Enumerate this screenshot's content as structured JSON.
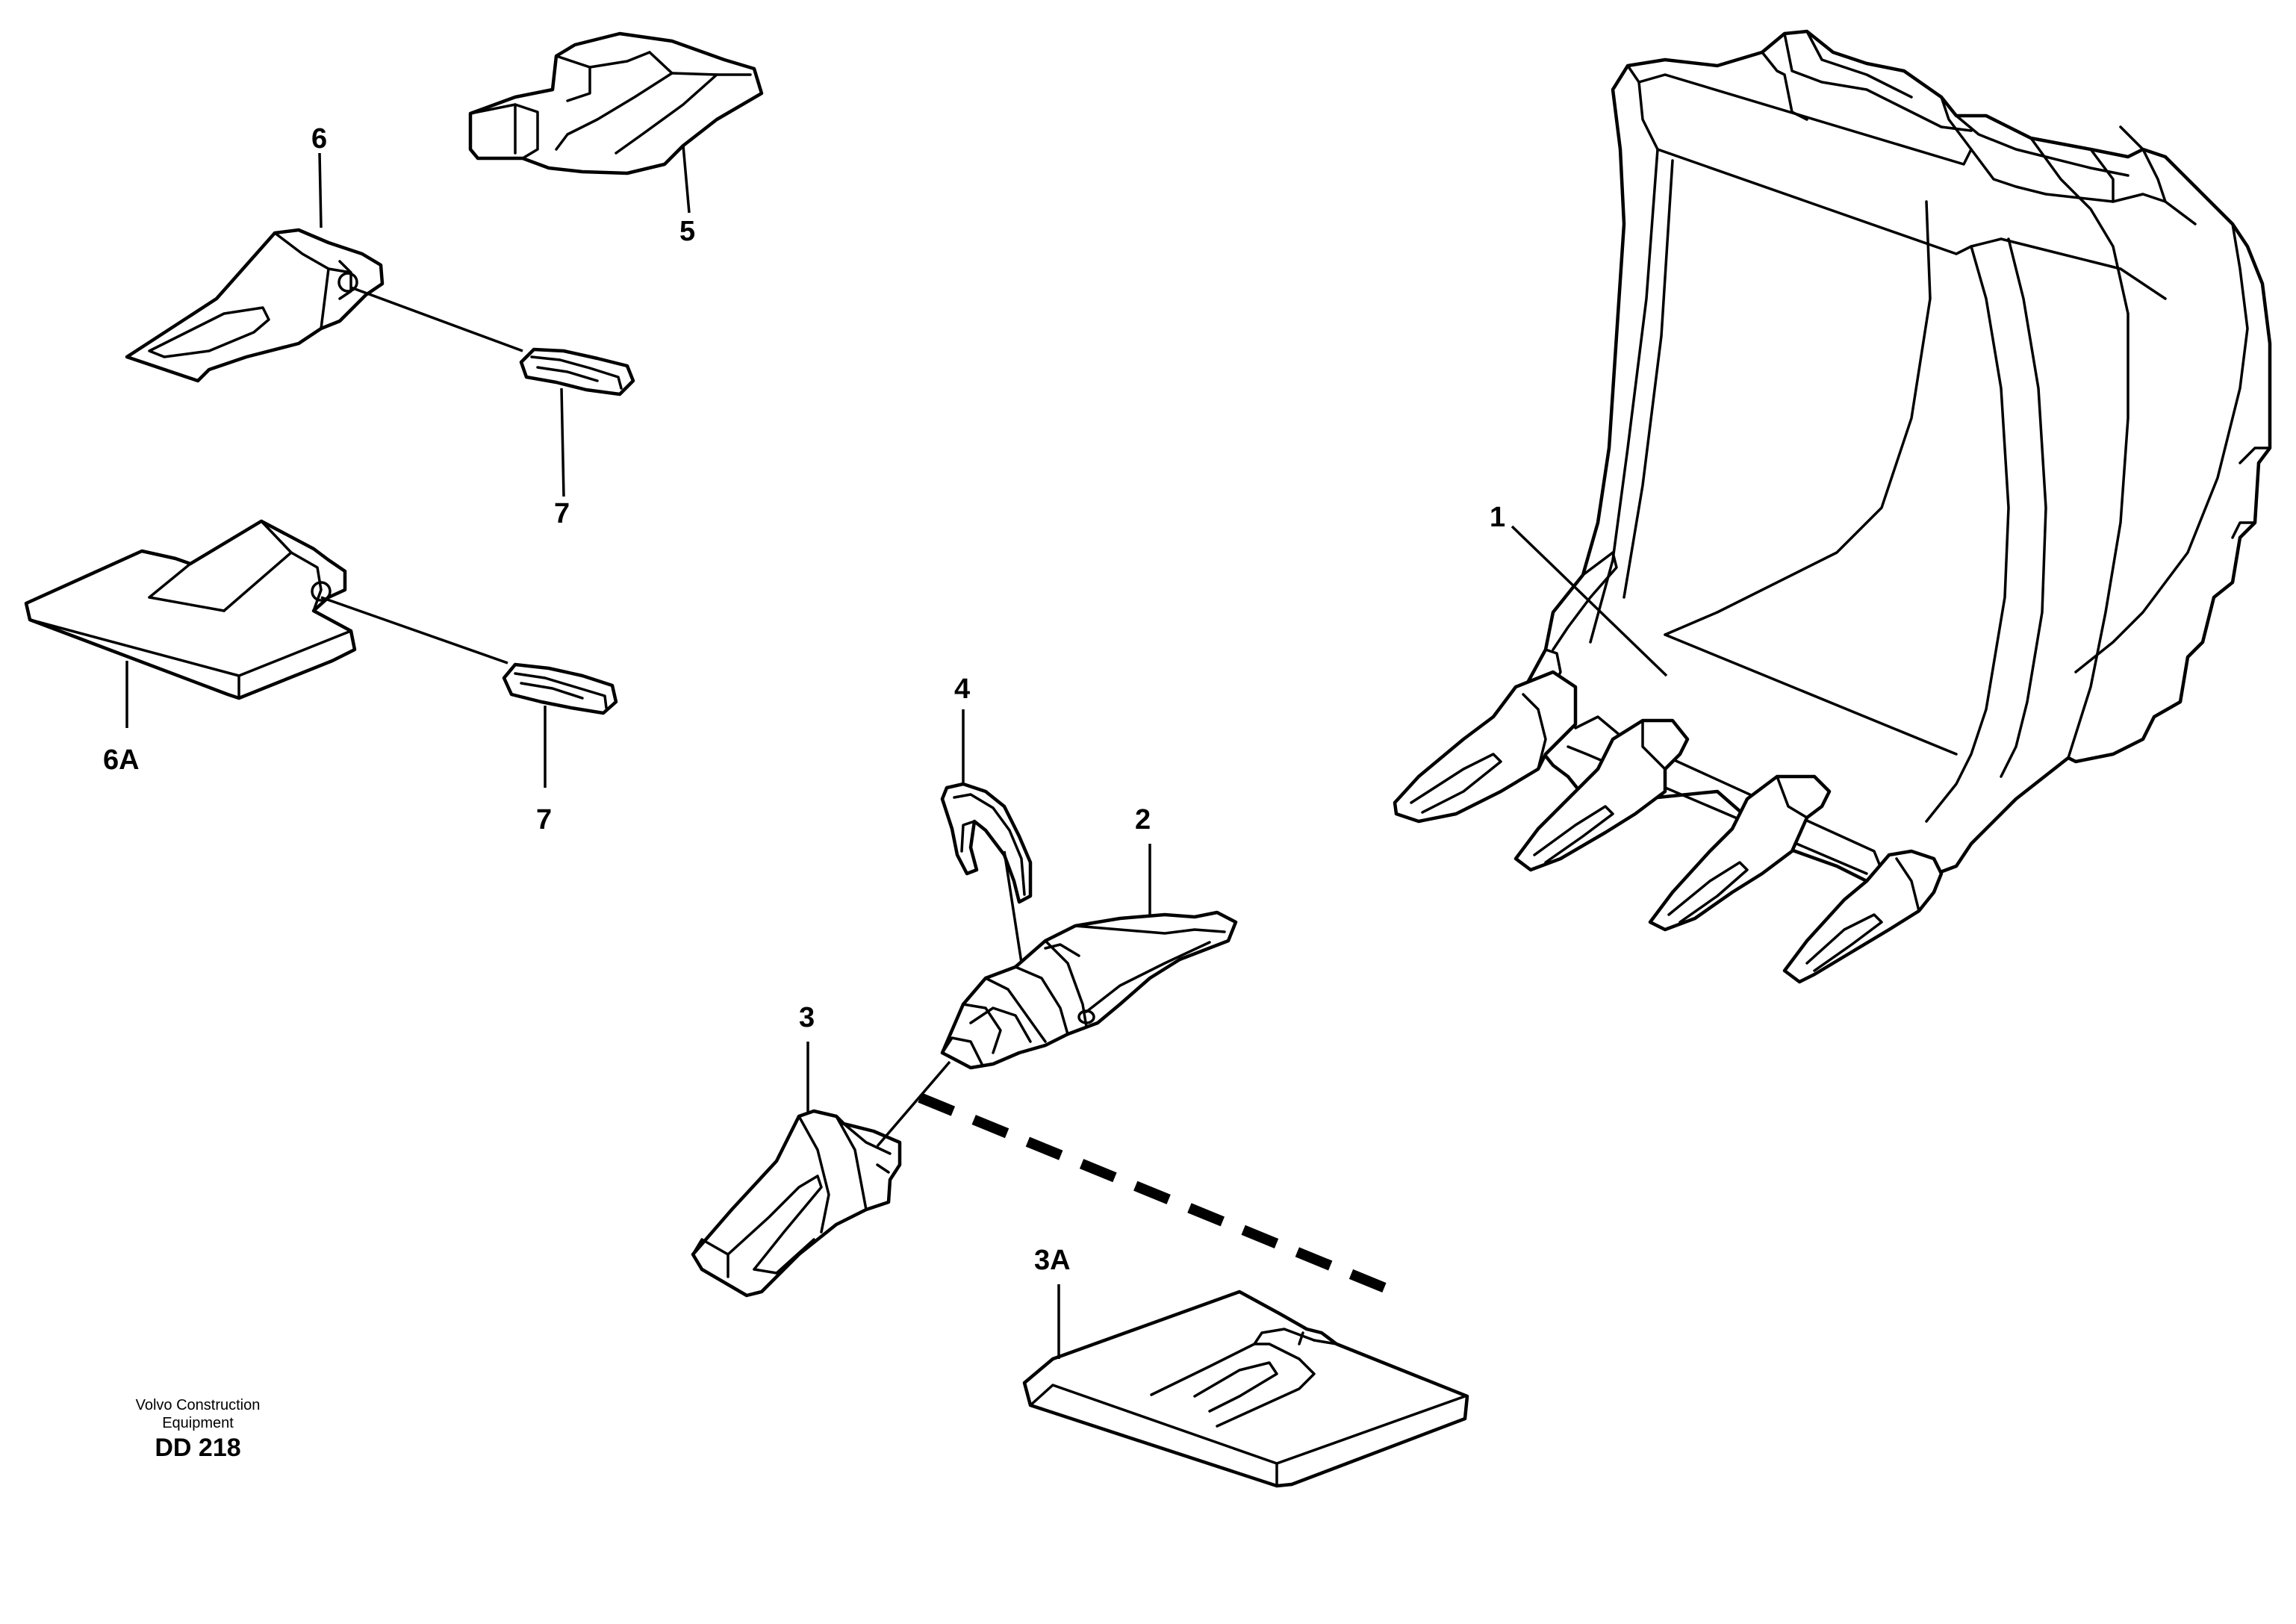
{
  "diagram": {
    "callouts": {
      "c1": "1",
      "c2": "2",
      "c3": "3",
      "c3a": "3A",
      "c4": "4",
      "c5": "5",
      "c6": "6",
      "c6a": "6A",
      "c7a": "7",
      "c7b": "7"
    },
    "footer": {
      "company_line1": "Volvo Construction",
      "company_line2": "Equipment",
      "code": "DD 218"
    }
  }
}
